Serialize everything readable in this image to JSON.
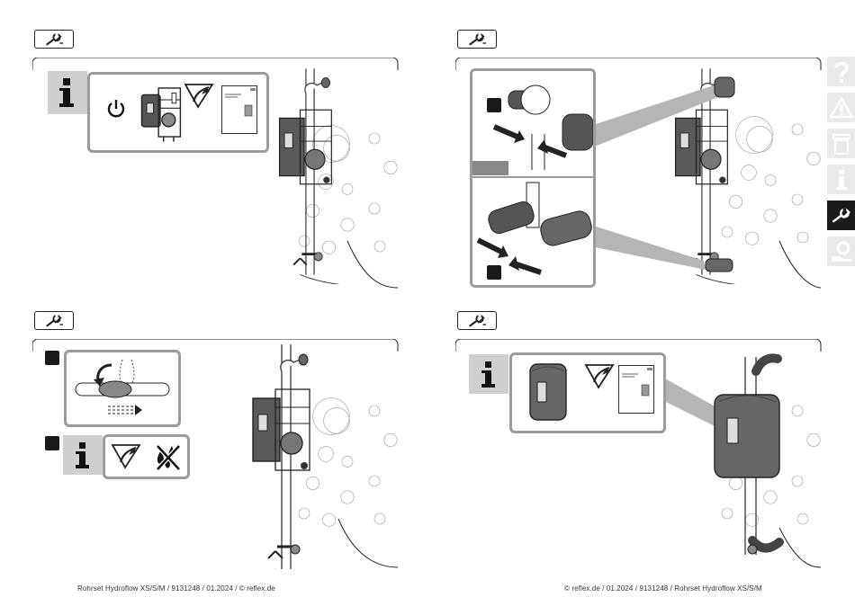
{
  "footer": {
    "left": "Rohrset Hydroflow XS/S/M / 9131248 / 01.2024 / © reflex.de",
    "right": "© reflex.de / 01.2024 / 9131248 / Rohrset Hydroflow XS/S/M"
  },
  "side_tabs": [
    {
      "icon": "question-icon",
      "active": false
    },
    {
      "icon": "warning-icon",
      "active": false
    },
    {
      "icon": "product-icon",
      "active": false
    },
    {
      "icon": "info-icon",
      "active": false
    },
    {
      "icon": "wrench-icon",
      "active": true
    },
    {
      "icon": "gear-hand-icon",
      "active": false
    }
  ],
  "colors": {
    "info_tab_bg": "#cfcfcf",
    "panel_border": "#9b9b9b",
    "active_tab": "#1a1a1a",
    "inactive_tab": "#e9e9e9",
    "step_marker": "#1a1a1a",
    "arrow_fill": "#222222"
  },
  "panels": [
    {
      "id": "top-left",
      "section_icon": "wrench-icon",
      "info_icons": [
        "info-icon",
        "power-icon",
        "pump-unit-icon",
        "tools-icon",
        "manual-icon"
      ]
    },
    {
      "id": "top-right",
      "section_icon": "wrench-icon",
      "steps": 2
    },
    {
      "id": "bottom-left",
      "section_icon": "wrench-icon",
      "steps": 2,
      "info_icons": [
        "info-icon",
        "tools-icon",
        "no-water-icon"
      ]
    },
    {
      "id": "bottom-right",
      "section_icon": "wrench-icon",
      "info_icons": [
        "info-icon",
        "insulation-shell-icon",
        "tools-icon",
        "manual-icon"
      ]
    }
  ]
}
